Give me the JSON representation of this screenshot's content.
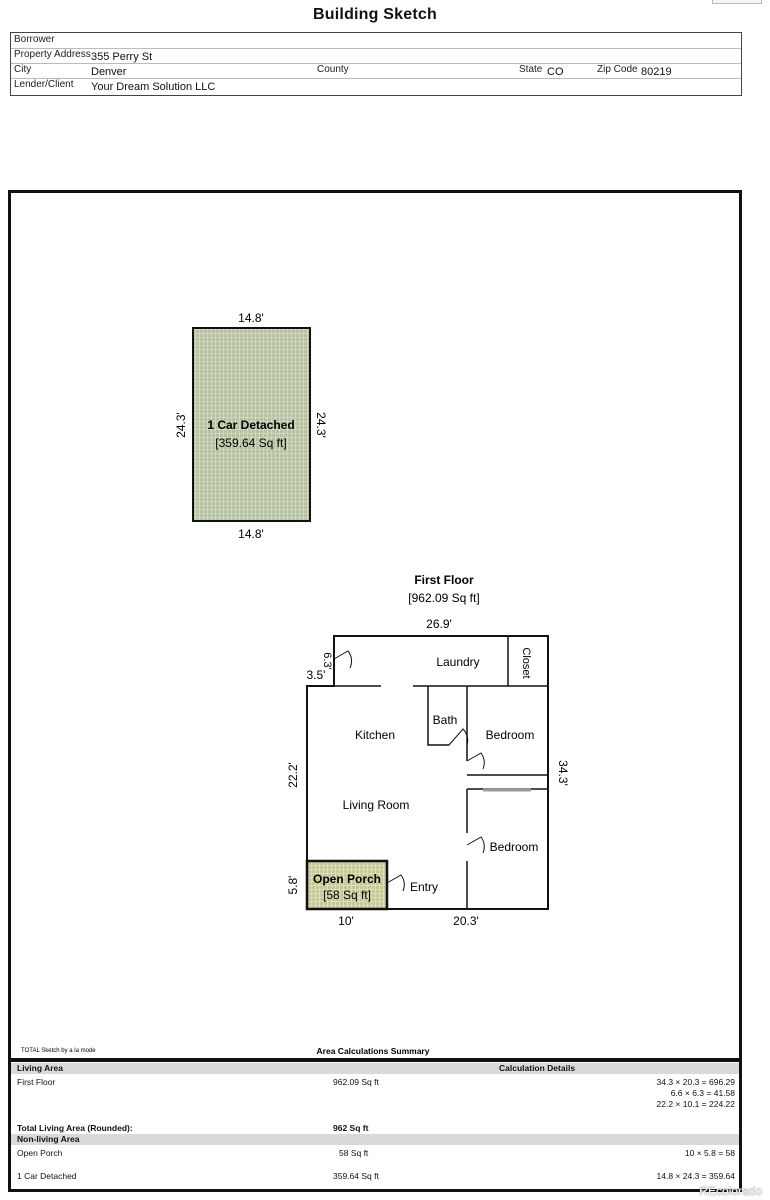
{
  "page_title": "Building Sketch",
  "header": {
    "borrower_label": "Borrower",
    "borrower_value": "",
    "address_label": "Property Address",
    "address_value": "355 Perry St",
    "city_label": "City",
    "city_value": "Denver",
    "county_label": "County",
    "county_value": "",
    "state_label": "State",
    "state_value": "CO",
    "zip_label": "Zip Code",
    "zip_value": "80219",
    "lender_label": "Lender/Client",
    "lender_value": "Your Dream Solution LLC"
  },
  "garage": {
    "name": "1 Car Detached",
    "area": "[359.64 Sq ft]",
    "dim_top": "14.8'",
    "dim_bottom": "14.8'",
    "dim_left": "24.3'",
    "dim_right": "24.3'"
  },
  "first_floor": {
    "title": "First Floor",
    "area": "[962.09 Sq ft]",
    "dim_top": "26.9'",
    "dim_right": "34.3'",
    "dim_left": "22.2'",
    "dim_step_a": "3.5'",
    "dim_step_b": "6.3'",
    "dim_porch_side": "5.8'",
    "dim_porch_bottom": "10'",
    "dim_bottom": "20.3'",
    "rooms": {
      "laundry": "Laundry",
      "closet": "Closet",
      "kitchen": "Kitchen",
      "bath": "Bath",
      "bedroom_1": "Bedroom",
      "living_room": "Living Room",
      "bedroom_2": "Bedroom",
      "entry": "Entry"
    },
    "porch_name": "Open Porch",
    "porch_area": "[58 Sq ft]"
  },
  "sketch_note": "TOTAL Sketch by a la mode",
  "summary": {
    "title": "Area Calculations Summary",
    "living_area_label": "Living Area",
    "calc_details_label": "Calculation Details",
    "first_floor_label": "First Floor",
    "first_floor_value": "962.09 Sq ft",
    "calc_1": "34.3 × 20.3 = 696.29",
    "calc_2": "6.6 × 6.3 = 41.58",
    "calc_3": "22.2 × 10.1 = 224.22",
    "total_label": "Total Living Area (Rounded):",
    "total_value": "962 Sq ft",
    "non_living_label": "Non-living Area",
    "porch_label": "Open Porch",
    "porch_value": "58 Sq ft",
    "porch_calc": "10 × 5.8 = 58",
    "garage_label": "1 Car Detached",
    "garage_value": "359.64 Sq ft",
    "garage_calc": "14.8 × 24.3 = 359.64"
  },
  "watermark": "REcolorado",
  "colors": {
    "garage_fill": "#b7c2a4",
    "porch_fill": "#c6c89c",
    "wall": "#111111",
    "summary_bar": "#d9d9d9"
  }
}
